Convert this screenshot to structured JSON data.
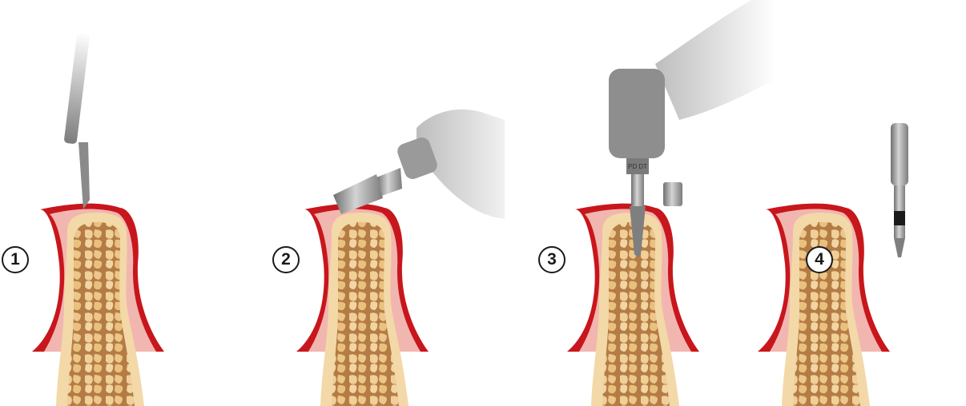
{
  "steps": [
    {
      "number": "1",
      "label": "incision-with-scalpel"
    },
    {
      "number": "2",
      "label": "tissue-punch-with-handpiece"
    },
    {
      "number": "3",
      "label": "drilling-with-contra-angle"
    },
    {
      "number": "4",
      "label": "depth-gauge-check"
    }
  ],
  "handpiece_engraving": "PD DT",
  "colors": {
    "gum_outer": "#c8161d",
    "gum_inner": "#f2b6b0",
    "bone_cortex": "#f3d8a8",
    "bone_trabecular": "#c9935a",
    "metal_dark": "#7a7a7a",
    "metal_light": "#c8c8c8"
  }
}
